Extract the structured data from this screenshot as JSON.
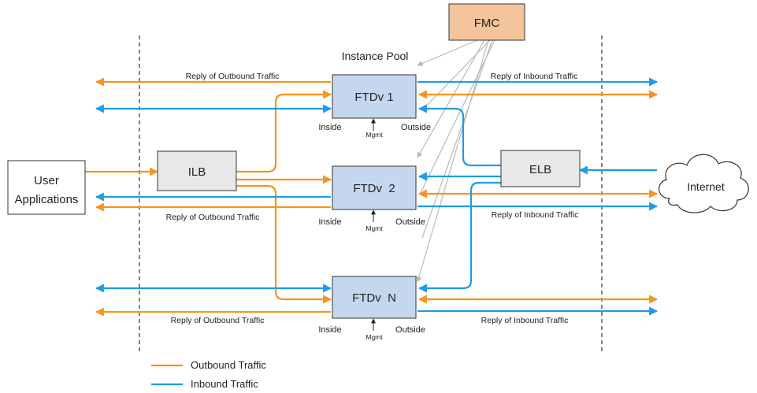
{
  "title": "Instance Pool",
  "nodes": {
    "user_apps": {
      "line1": "User",
      "line2": "Applications"
    },
    "ilb": "ILB",
    "elb": "ELB",
    "fmc": "FMC",
    "internet": "Internet",
    "ftdv1": "FTDv 1",
    "ftdv2": "FTDv  2",
    "ftdvn": "FTDv  N"
  },
  "ports": {
    "inside": "Inside",
    "outside": "Outside",
    "mgmt": "Mgmt"
  },
  "traffic_labels": {
    "reply_outbound": "Reply of Outbound Traffic",
    "reply_inbound": "Reply of Inbound Traffic"
  },
  "legend": {
    "outbound": "Outbound Traffic",
    "inbound": "Inbound Traffic"
  },
  "colors": {
    "outbound": "#f7941d",
    "inbound": "#1e9be8",
    "ftdv_fill": "#c5d7ee",
    "fmc_fill": "#f4c49a",
    "box_fill": "#e8e8e8",
    "mgmt_link": "#b8b8b8"
  }
}
